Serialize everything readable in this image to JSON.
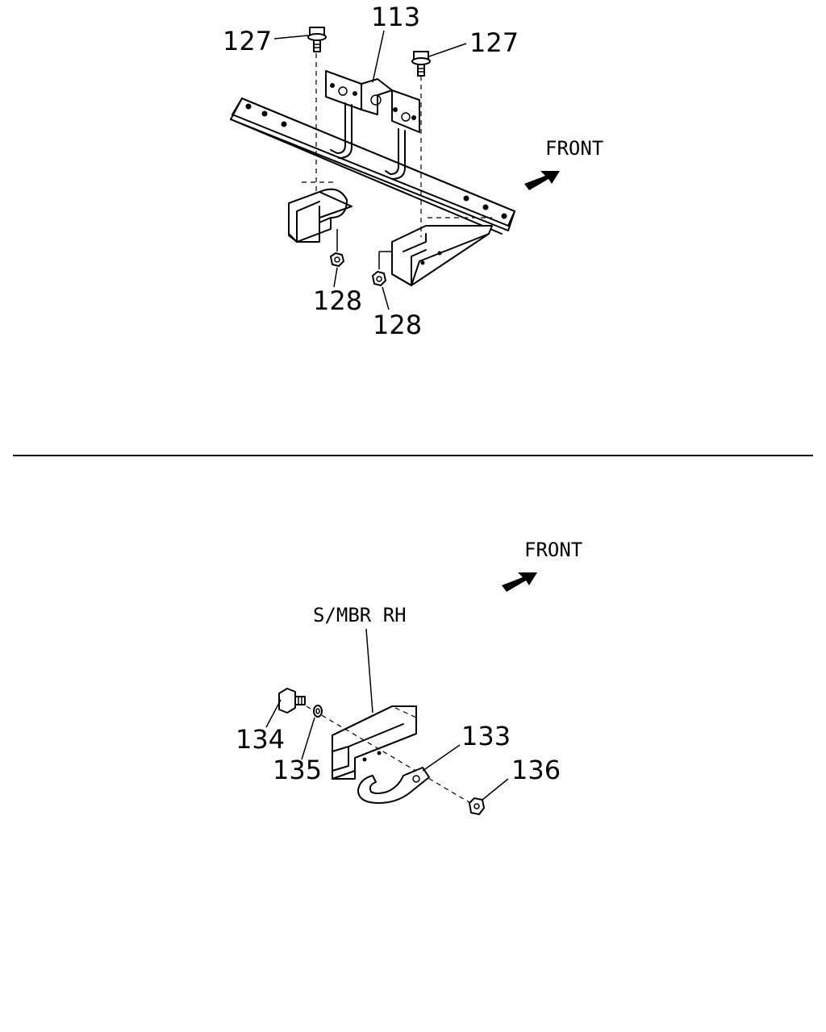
{
  "top_diagram": {
    "labels": {
      "bracket": "113",
      "bolt_left": "127",
      "bolt_right": "127",
      "nut_left": "128",
      "nut_right": "128",
      "front": "FRONT"
    }
  },
  "bottom_diagram": {
    "labels": {
      "side_member": "S/MBR RH",
      "bolt": "134",
      "washer": "135",
      "hook": "133",
      "nut": "136",
      "front": "FRONT"
    }
  },
  "icons": {
    "front_arrow": "front-arrow-icon"
  }
}
